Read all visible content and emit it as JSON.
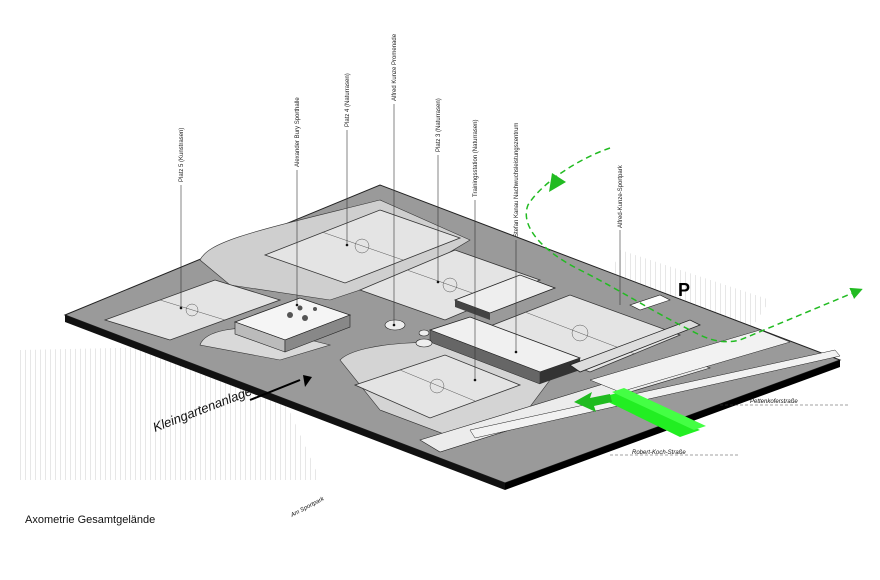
{
  "caption": "Axometrie Gesamtgelände",
  "parking_label": "P",
  "area_labels": {
    "kleingarten": "Kleingartenanlage"
  },
  "street_labels": {
    "am_sportpark": "Am Sportpark",
    "robert_koch": "Robert-Koch-Straße",
    "pettenkofer": "Pettenkoferstraße",
    "alfred_kunze_sportpark": "Alfred-Kunze-Sportpark"
  },
  "leader_labels": [
    "Platz 5 (Kunstrasen)",
    "Alexander Bury Sporthalle",
    "Platz 4 (Naturrasen)",
    "Alfred Kunze Promenade",
    "Platz 3 (Naturrasen)",
    "Trainingsstation (Naturrasen)",
    "Stefan Kanau Nachwuchsleistungszentrum"
  ],
  "colors": {
    "route": "#22bb22",
    "ground": "#9a9a9a",
    "field": "#e4e4e4"
  }
}
